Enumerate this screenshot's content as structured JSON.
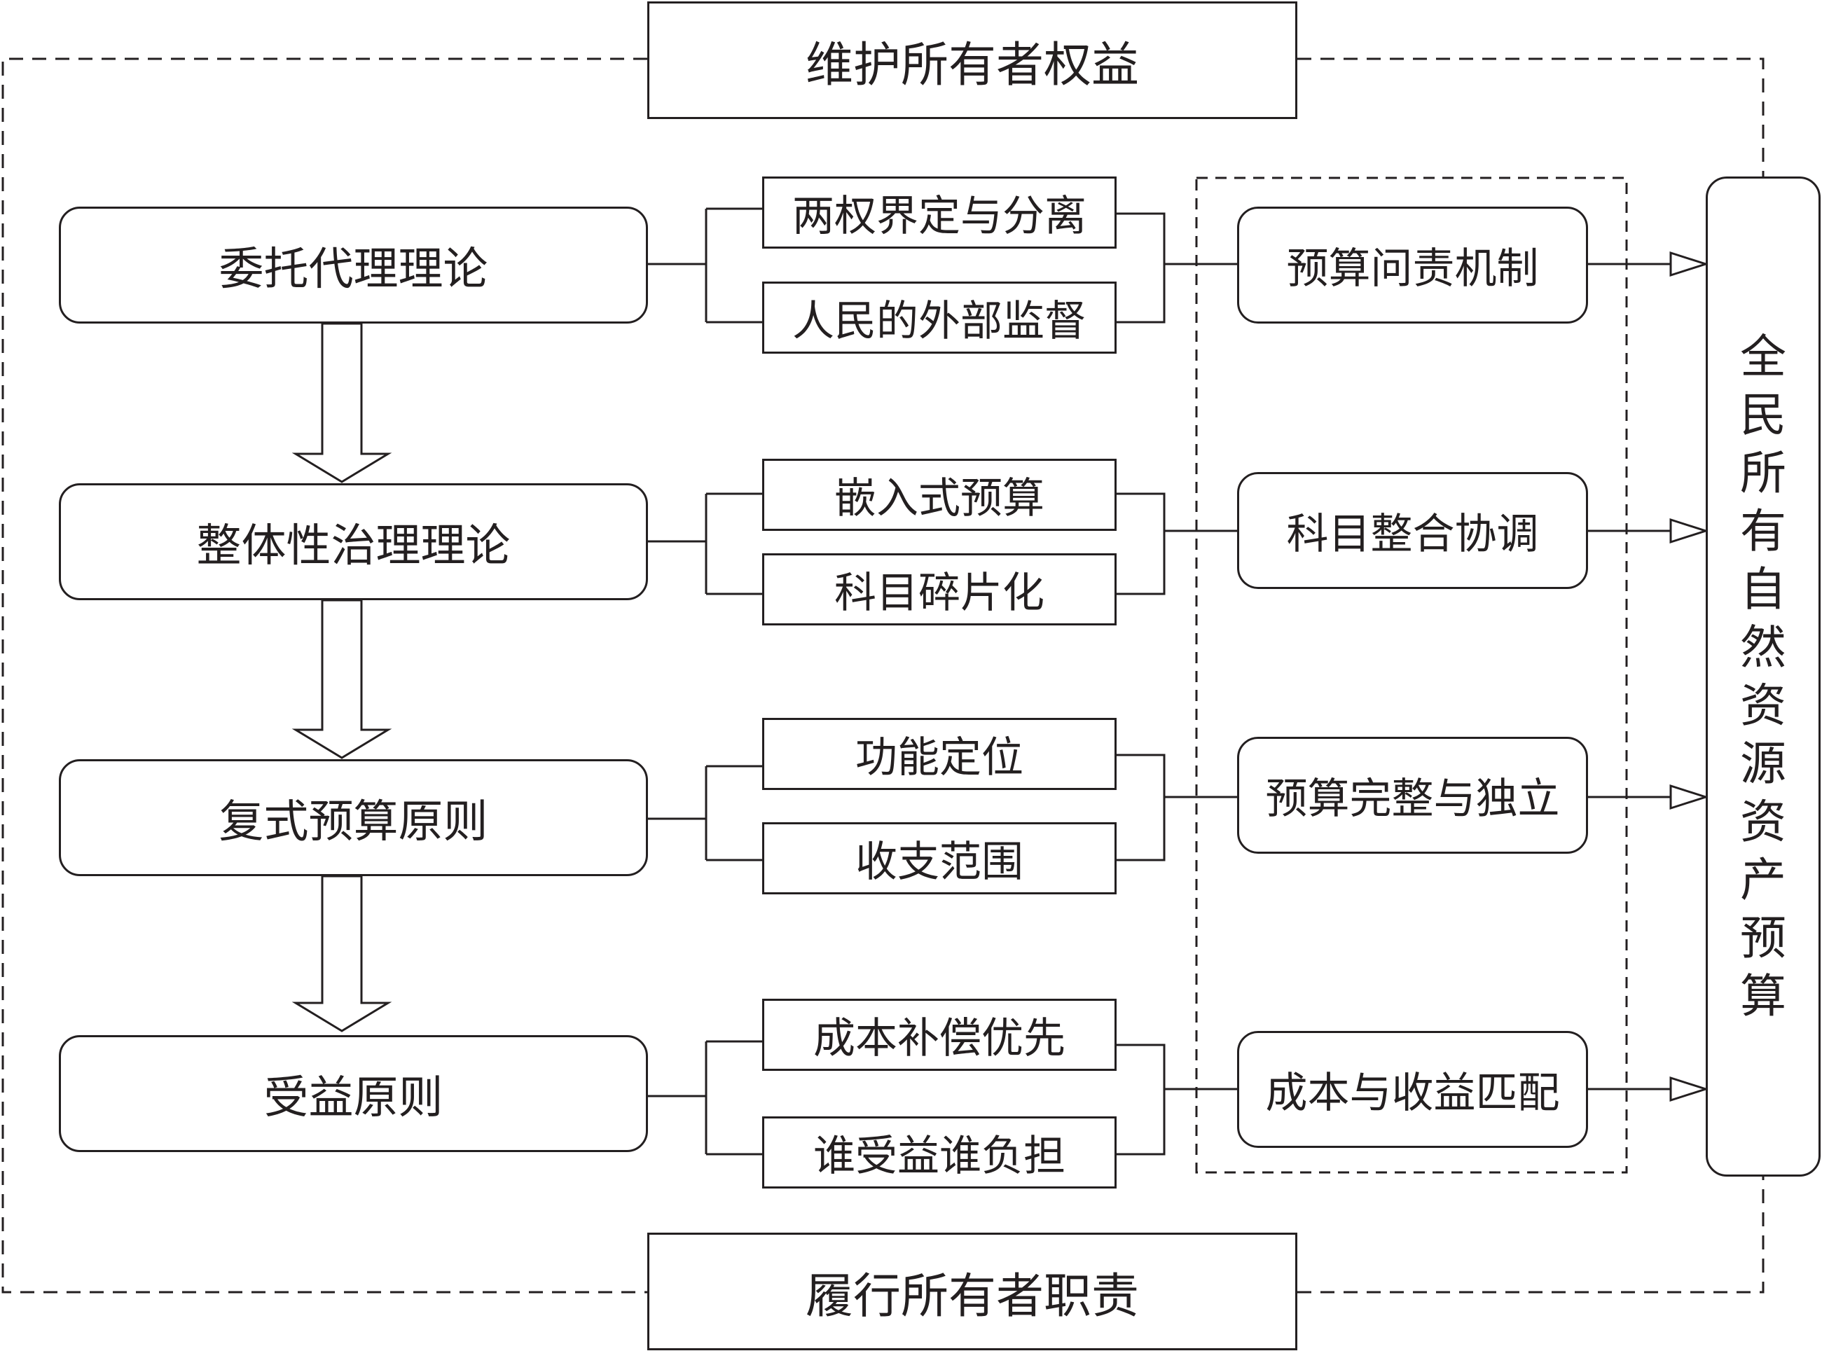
{
  "top_banner": "维护所有者权益",
  "bottom_banner": "履行所有者职责",
  "target": "全民所有自然资源资产预算",
  "rows": [
    {
      "theory": "委托代理理论",
      "factors": [
        "两权界定与分离",
        "人民的外部监督"
      ],
      "mechanism": "预算问责机制"
    },
    {
      "theory": "整体性治理理论",
      "factors": [
        "嵌入式预算",
        "科目碎片化"
      ],
      "mechanism": "科目整合协调"
    },
    {
      "theory": "复式预算原则",
      "factors": [
        "功能定位",
        "收支范围"
      ],
      "mechanism": "预算完整与独立"
    },
    {
      "theory": "受益原则",
      "factors": [
        "成本补偿优先",
        "谁受益谁负担"
      ],
      "mechanism": "成本与收益匹配"
    }
  ]
}
